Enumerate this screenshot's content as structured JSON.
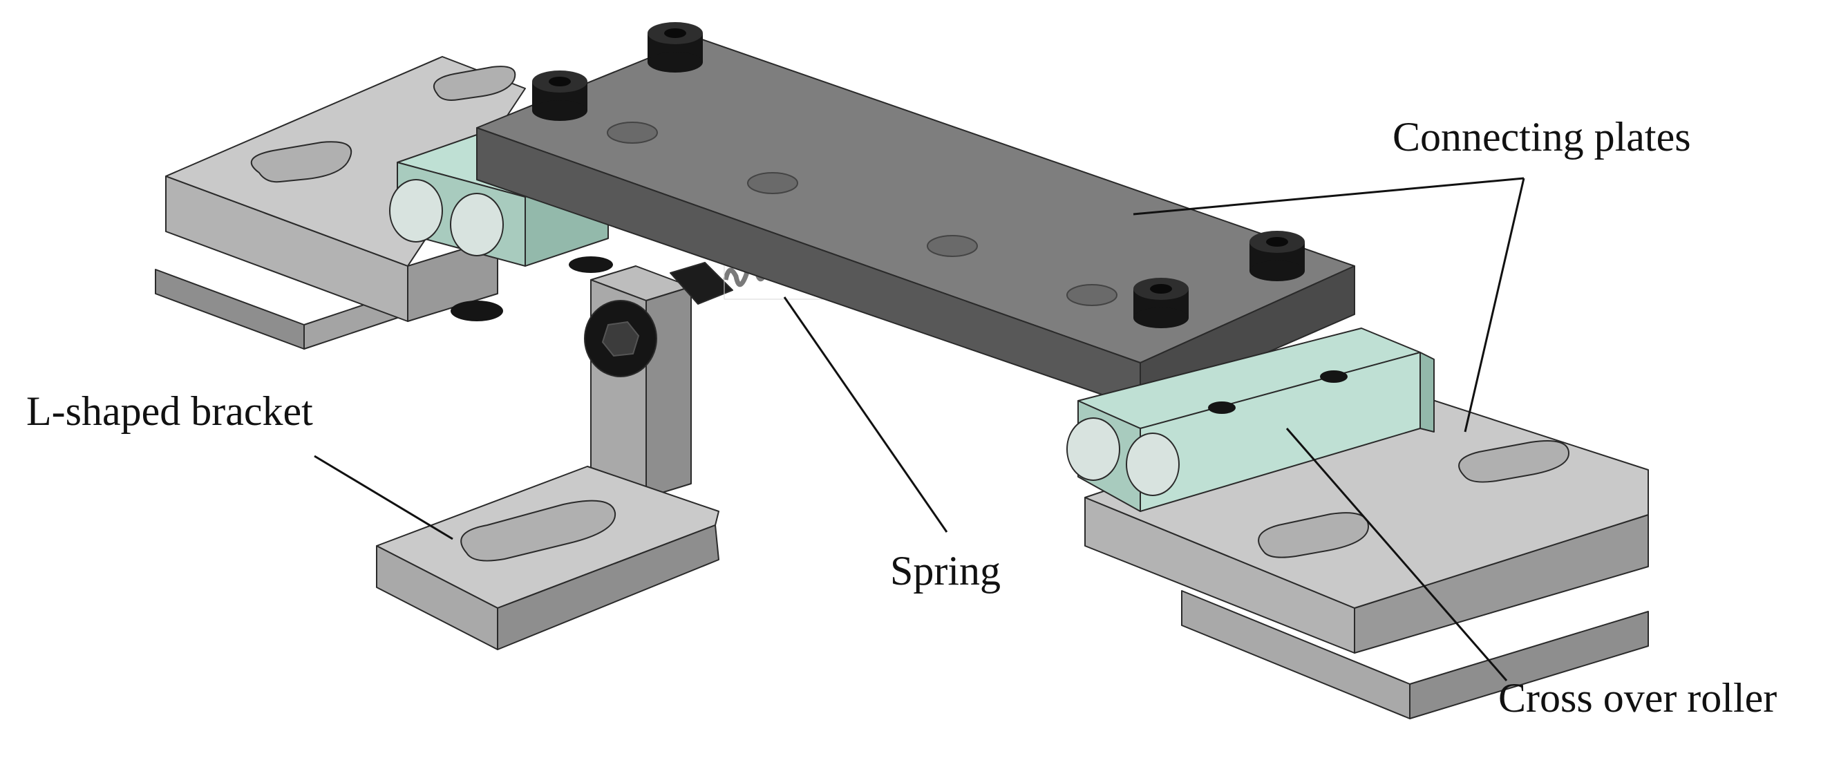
{
  "labels": {
    "connecting_plates": "Connecting plates",
    "l_shaped_bracket": "L-shaped bracket",
    "spring": "Spring",
    "cross_over_roller": "Cross over roller"
  },
  "colors": {
    "light_gray_top": "#c9c9c9",
    "light_gray_side": "#a9a9a9",
    "mid_gray_side": "#8e8e8e",
    "dark_plate_top": "#7e7e7e",
    "dark_plate_side": "#585858",
    "roller_block": "#bfe0d4",
    "roller_block_side": "#93b9ab",
    "bolt_black": "#151515",
    "slot_hole": "#b2b2b2",
    "line_color": "#111111"
  }
}
